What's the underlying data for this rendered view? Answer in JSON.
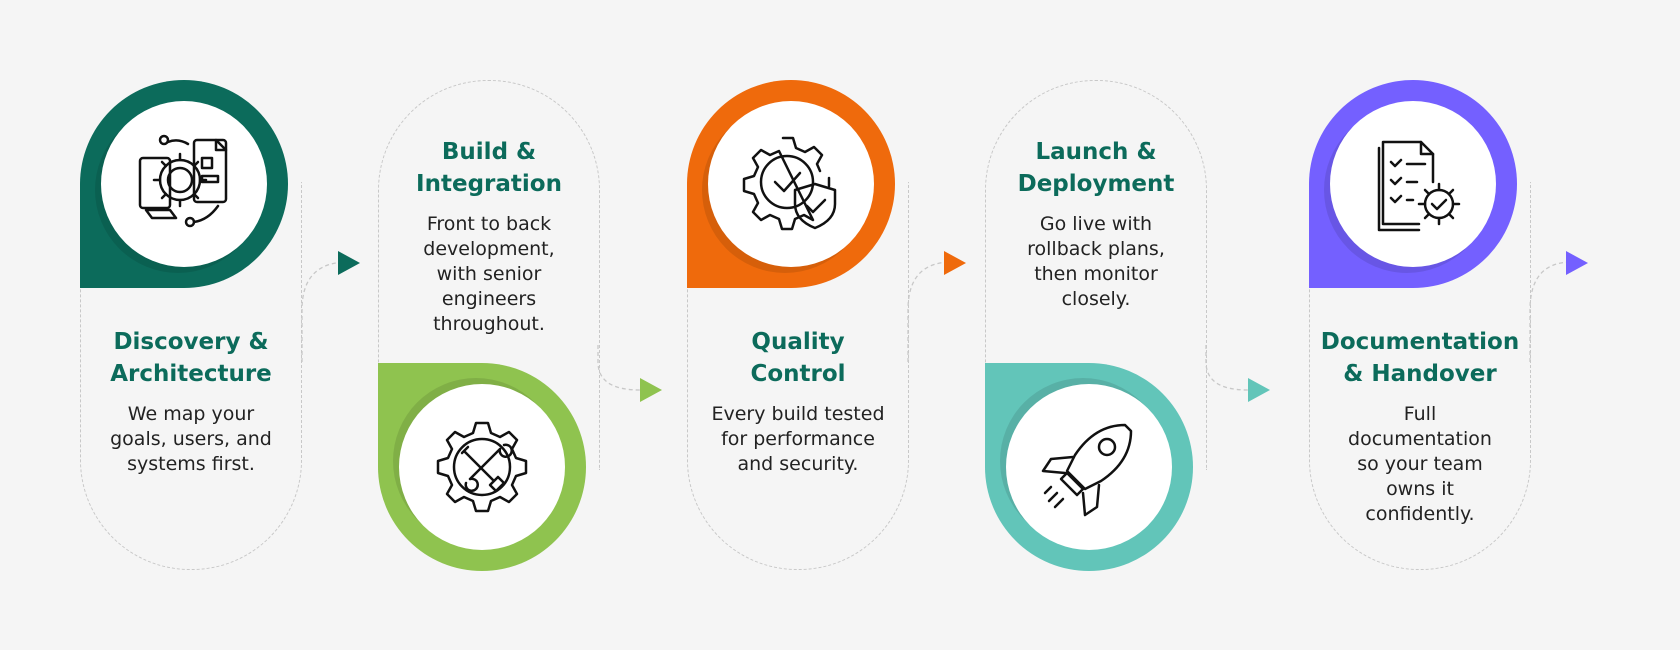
{
  "steps": [
    {
      "id": "discovery",
      "title_line1": "Discovery &",
      "title_line2": "Architecture",
      "desc_lines": [
        "We map your",
        "goals, users, and",
        "systems first."
      ],
      "color": "#0c6b5b",
      "icon": "blueprint-gear-icon"
    },
    {
      "id": "build",
      "title_line1": "Build &",
      "title_line2": "Integration",
      "desc_lines": [
        "Front to back",
        "development,",
        "with senior",
        "engineers",
        "throughout."
      ],
      "color": "#8fc34f",
      "icon": "wrench-screwdriver-gear-icon"
    },
    {
      "id": "quality",
      "title_line1": "Quality",
      "title_line2": "Control",
      "desc_lines": [
        "Every build tested",
        "for performance",
        "and security."
      ],
      "color": "#ef6a0c",
      "icon": "gear-shield-check-icon"
    },
    {
      "id": "launch",
      "title_line1": "Launch &",
      "title_line2": "Deployment",
      "desc_lines": [
        "Go live with",
        "rollback plans,",
        "then monitor",
        "closely."
      ],
      "color": "#62c5b9",
      "icon": "rocket-icon"
    },
    {
      "id": "docs",
      "title_line1": "Documentation",
      "title_line2": "& Handover",
      "desc_lines": [
        "Full",
        "documentation",
        "so your team",
        "owns it",
        "confidently."
      ],
      "color": "#7460ff",
      "icon": "checklist-gear-icon"
    }
  ]
}
